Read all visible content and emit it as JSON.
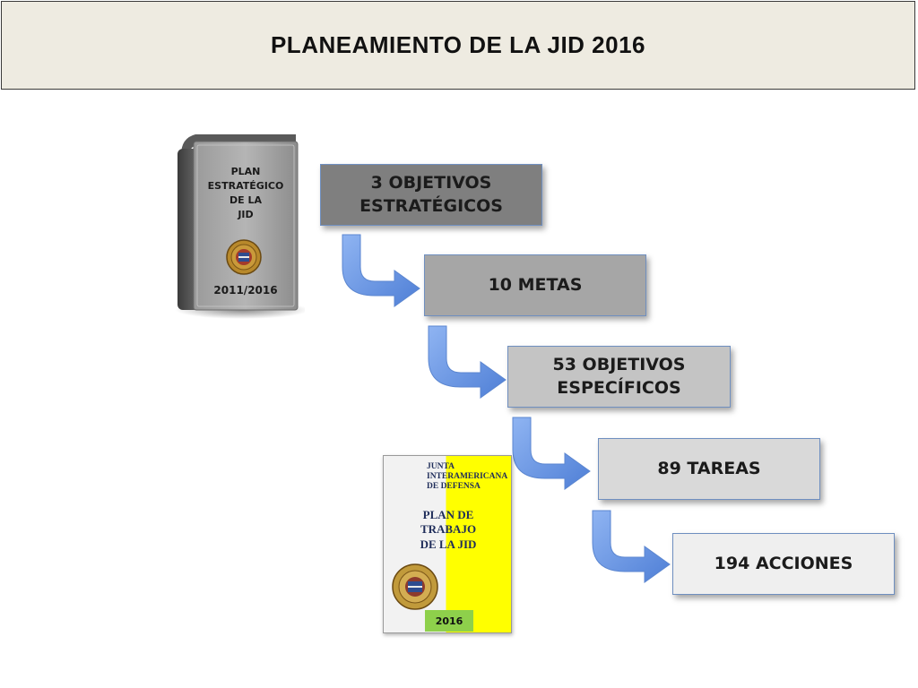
{
  "title": "PLANEAMIENTO DE LA JID 2016",
  "strategic_plan": {
    "label": "PLAN\nESTRATÉGICO\nDE LA\nJID",
    "period": "2011/2016"
  },
  "work_plan": {
    "organization": "JUNTA\nINTERAMERICANA\nDE DEFENSA",
    "title": "PLAN DE\nTRABAJO\nDE LA JID",
    "year": "2016"
  },
  "steps": [
    "3 OBJETIVOS\nESTRATÉGICOS",
    "10 METAS",
    "53 OBJETIVOS\nESPECÍFICOS",
    "89 TAREAS",
    "194 ACCIONES"
  ],
  "colors": {
    "arrow": "#6f9be6",
    "header_bg": "#eeebe1",
    "work_plan_band": "#ffff00",
    "year_tag": "#8ed04b"
  },
  "icons": [
    "seal-emblem-icon",
    "curved-arrow-icon"
  ]
}
